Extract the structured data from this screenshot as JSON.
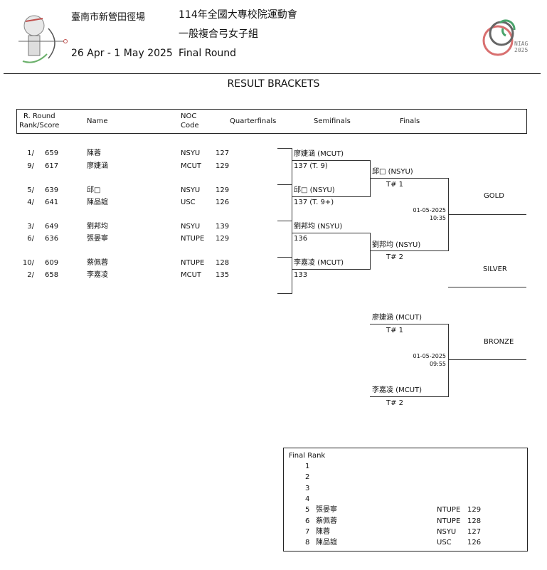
{
  "header": {
    "venue": "臺南市新營田徑場",
    "dates": "26 Apr - 1 May 2025",
    "event": "114年全國大專校院運動會",
    "division": "一般複合弓女子組",
    "round": "Final Round",
    "logo_text": "NIAG 2025",
    "title": "RESULT BRACKETS"
  },
  "columns": {
    "rank_score_1": "R. Round",
    "rank_score_2": "Rank/Score",
    "name": "Name",
    "noc_1": "NOC",
    "noc_2": "Code",
    "qf": "Quarterfinals",
    "sf": "Semifinals",
    "finals": "Finals"
  },
  "qualifiers": [
    {
      "rank": "1/",
      "score": "659",
      "name": "陳蓉",
      "noc": "NSYU",
      "qf": "127"
    },
    {
      "rank": "9/",
      "score": "617",
      "name": "廖婕涵",
      "noc": "MCUT",
      "qf": "129"
    },
    {
      "rank": "5/",
      "score": "639",
      "name": "邱□",
      "noc": "NSYU",
      "qf": "129"
    },
    {
      "rank": "4/",
      "score": "641",
      "name": "陳品誼",
      "noc": "USC",
      "qf": "126"
    },
    {
      "rank": "3/",
      "score": "649",
      "name": "劉邦均",
      "noc": "NSYU",
      "qf": "139"
    },
    {
      "rank": "6/",
      "score": "636",
      "name": "張晏寧",
      "noc": "NTUPE",
      "qf": "129"
    },
    {
      "rank": "10/",
      "score": "609",
      "name": "蔡佩蓉",
      "noc": "NTUPE",
      "qf": "128"
    },
    {
      "rank": "2/",
      "score": "658",
      "name": "李嘉凌",
      "noc": "MCUT",
      "qf": "135"
    }
  ],
  "semifinals": [
    {
      "name": "廖婕涵  (MCUT)",
      "score": "137 (T. 9)"
    },
    {
      "name": "邱□ (NSYU)",
      "score": "137 (T. 9+)"
    },
    {
      "name": "劉邦均  (NSYU)",
      "score": "136"
    },
    {
      "name": "李嘉凌  (MCUT)",
      "score": "133"
    }
  ],
  "finals": {
    "gold_match": {
      "top": "邱□ (NSYU)",
      "top_target": "T# 1",
      "bottom": "劉邦均  (NSYU)",
      "bottom_target": "T# 2",
      "date": "01-05-2025",
      "time": "10:35"
    },
    "bronze_match": {
      "top": "廖婕涵  (MCUT)",
      "top_target": "T# 1",
      "bottom": "李嘉凌  (MCUT)",
      "bottom_target": "T# 2",
      "date": "01-05-2025",
      "time": "09:55"
    },
    "gold_label": "GOLD",
    "silver_label": "SILVER",
    "bronze_label": "BRONZE"
  },
  "final_rank": {
    "title": "Final Rank",
    "rows": [
      {
        "pos": "1",
        "name": "",
        "noc": "",
        "score": ""
      },
      {
        "pos": "2",
        "name": "",
        "noc": "",
        "score": ""
      },
      {
        "pos": "3",
        "name": "",
        "noc": "",
        "score": ""
      },
      {
        "pos": "4",
        "name": "",
        "noc": "",
        "score": ""
      },
      {
        "pos": "5",
        "name": "張晏寧",
        "noc": "NTUPE",
        "score": "129"
      },
      {
        "pos": "6",
        "name": "蔡佩蓉",
        "noc": "NTUPE",
        "score": "128"
      },
      {
        "pos": "7",
        "name": "陳蓉",
        "noc": "NSYU",
        "score": "127"
      },
      {
        "pos": "8",
        "name": "陳品誼",
        "noc": "USC",
        "score": "126"
      }
    ]
  }
}
